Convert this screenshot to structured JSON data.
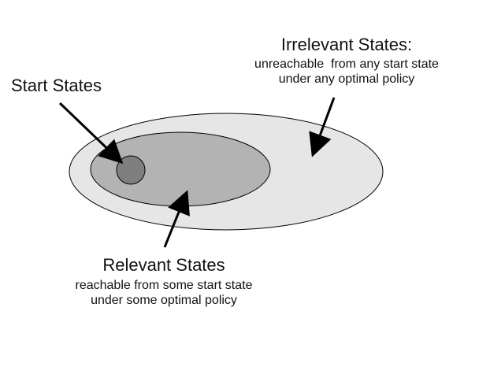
{
  "diagram": {
    "start_states": {
      "title": "Start States"
    },
    "irrelevant_states": {
      "title": "Irrelevant States:",
      "line1": "unreachable  from any start state",
      "line2": "under any optimal policy"
    },
    "relevant_states": {
      "title": "Relevant States",
      "line1": "reachable from some start state",
      "line2": "under some optimal policy"
    }
  },
  "colors": {
    "outer_fill": "#e6e6e6",
    "middle_fill": "#b3b3b3",
    "inner_fill": "#7f7f7f",
    "stroke": "#000000"
  }
}
